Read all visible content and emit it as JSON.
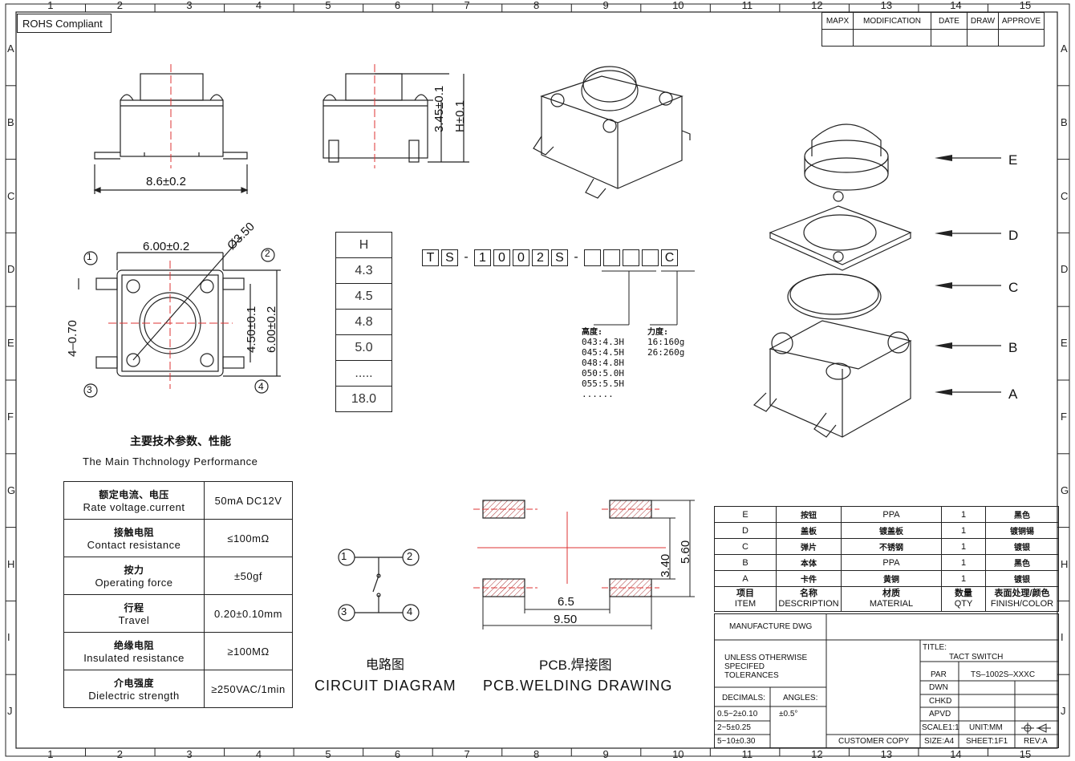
{
  "border": {
    "col_numbers": [
      "1",
      "2",
      "3",
      "4",
      "5",
      "6",
      "7",
      "8",
      "9",
      "10",
      "11",
      "12",
      "13",
      "14",
      "15"
    ],
    "row_letters": [
      "A",
      "B",
      "C",
      "D",
      "E",
      "F",
      "G",
      "H",
      "I",
      "J"
    ]
  },
  "rohs": "ROHS Compliant",
  "revision_header": [
    "MAPX",
    "MODIFICATION",
    "DATE",
    "DRAW",
    "APPROVE"
  ],
  "dims": {
    "width": "8.6±0.2",
    "height_345": "3.45±0.1",
    "height_h": "H±0.1",
    "body_width": "6.00±0.2",
    "diameter": "Ø3.50",
    "pitch_vert": "4.50±0.1",
    "body_height": "6.00±0.2",
    "pin_side": "4–0.70",
    "pcb_345": "3.40",
    "pcb_560": "5.60",
    "pcb_65": "6.5",
    "pcb_950": "9.50"
  },
  "pin_labels": [
    "1",
    "2",
    "3",
    "4"
  ],
  "h_table": [
    "H",
    "4.3",
    "4.5",
    "4.8",
    "5.0",
    ".....",
    "18.0"
  ],
  "part_number": [
    "T",
    "S",
    "-",
    "1",
    "0",
    "0",
    "2",
    "S",
    "-",
    "",
    "",
    "",
    "",
    "C"
  ],
  "height_codes": {
    "title": "高度:",
    "items": [
      "043:4.3H",
      "045:4.5H",
      "048:4.8H",
      "050:5.0H",
      "055:5.5H",
      "......"
    ]
  },
  "force_codes": {
    "title": "力度:",
    "items": [
      "16:160g",
      "26:260g"
    ]
  },
  "exploded_labels": [
    "E",
    "D",
    "C",
    "B",
    "A"
  ],
  "performance": {
    "title_zh": "主要技术参数、性能",
    "title_en": "The Main Thchnology Performance",
    "rows": [
      {
        "zh": "额定电流、电压",
        "en": "Rate voltage.current",
        "value": "50mA DC12V"
      },
      {
        "zh": "接触电阻",
        "en": "Contact resistance",
        "value": "≤100mΩ"
      },
      {
        "zh": "按力",
        "en": "Operating force",
        "value": "±50gf"
      },
      {
        "zh": "行程",
        "en": "Travel",
        "value": "0.20±0.10mm"
      },
      {
        "zh": "绝缘电阻",
        "en": "Insulated resistance",
        "value": "≥100MΩ"
      },
      {
        "zh": "介电强度",
        "en": "Dielectric strength",
        "value": "≥250VAC/1min"
      }
    ]
  },
  "circuit": {
    "title_zh": "电路图",
    "title_en": "CIRCUIT DIAGRAM"
  },
  "pcb": {
    "title_zh": "PCB.焊接图",
    "title_en": "PCB.WELDING DRAWING"
  },
  "bom": {
    "rows": [
      {
        "item": "E",
        "desc": "按钮",
        "material": "PPA",
        "qty": "1",
        "finish": "黑色"
      },
      {
        "item": "D",
        "desc": "盖板",
        "material": "镀盖板",
        "qty": "1",
        "finish": "镀铜锡"
      },
      {
        "item": "C",
        "desc": "弹片",
        "material": "不锈钢",
        "qty": "1",
        "finish": "镀银"
      },
      {
        "item": "B",
        "desc": "本体",
        "material": "PPA",
        "qty": "1",
        "finish": "黑色"
      },
      {
        "item": "A",
        "desc": "卡件",
        "material": "黄铜",
        "qty": "1",
        "finish": "镀银"
      }
    ],
    "header": {
      "item_zh": "项目",
      "item_en": "ITEM",
      "desc_zh": "名称",
      "desc_en": "DESCRIPTION",
      "mat_zh": "材质",
      "mat_en": "MATERIAL",
      "qty_zh": "数量",
      "qty_en": "QTY",
      "fin_zh": "表面处理/颜色",
      "fin_en": "FINISH/COLOR"
    }
  },
  "title_block": {
    "manufacture": "MANUFACTURE DWG",
    "tolerance": "UNLESS OTHERWISE SPECIFED TOLERANCES",
    "title_label": "TITLE:",
    "title": "TACT SWITCH",
    "par_label": "PAR",
    "par": "TS–1002S–XXXC",
    "dwn": "DWN",
    "chkd": "CHKD",
    "apvd": "APVD",
    "decimals": "DECIMALS:",
    "angles": "ANGLES:",
    "tol1": "0.5~2±0.10",
    "angle_tol": "±0.5°",
    "tol2": "2~5±0.25",
    "tol3": "5~10±0.30",
    "scale": "SCALE1:1",
    "unit": "UNIT:MM",
    "customer": "CUSTOMER COPY",
    "size": "SIZE:A4",
    "sheet": "SHEET:1F1",
    "rev": "REV:A"
  }
}
